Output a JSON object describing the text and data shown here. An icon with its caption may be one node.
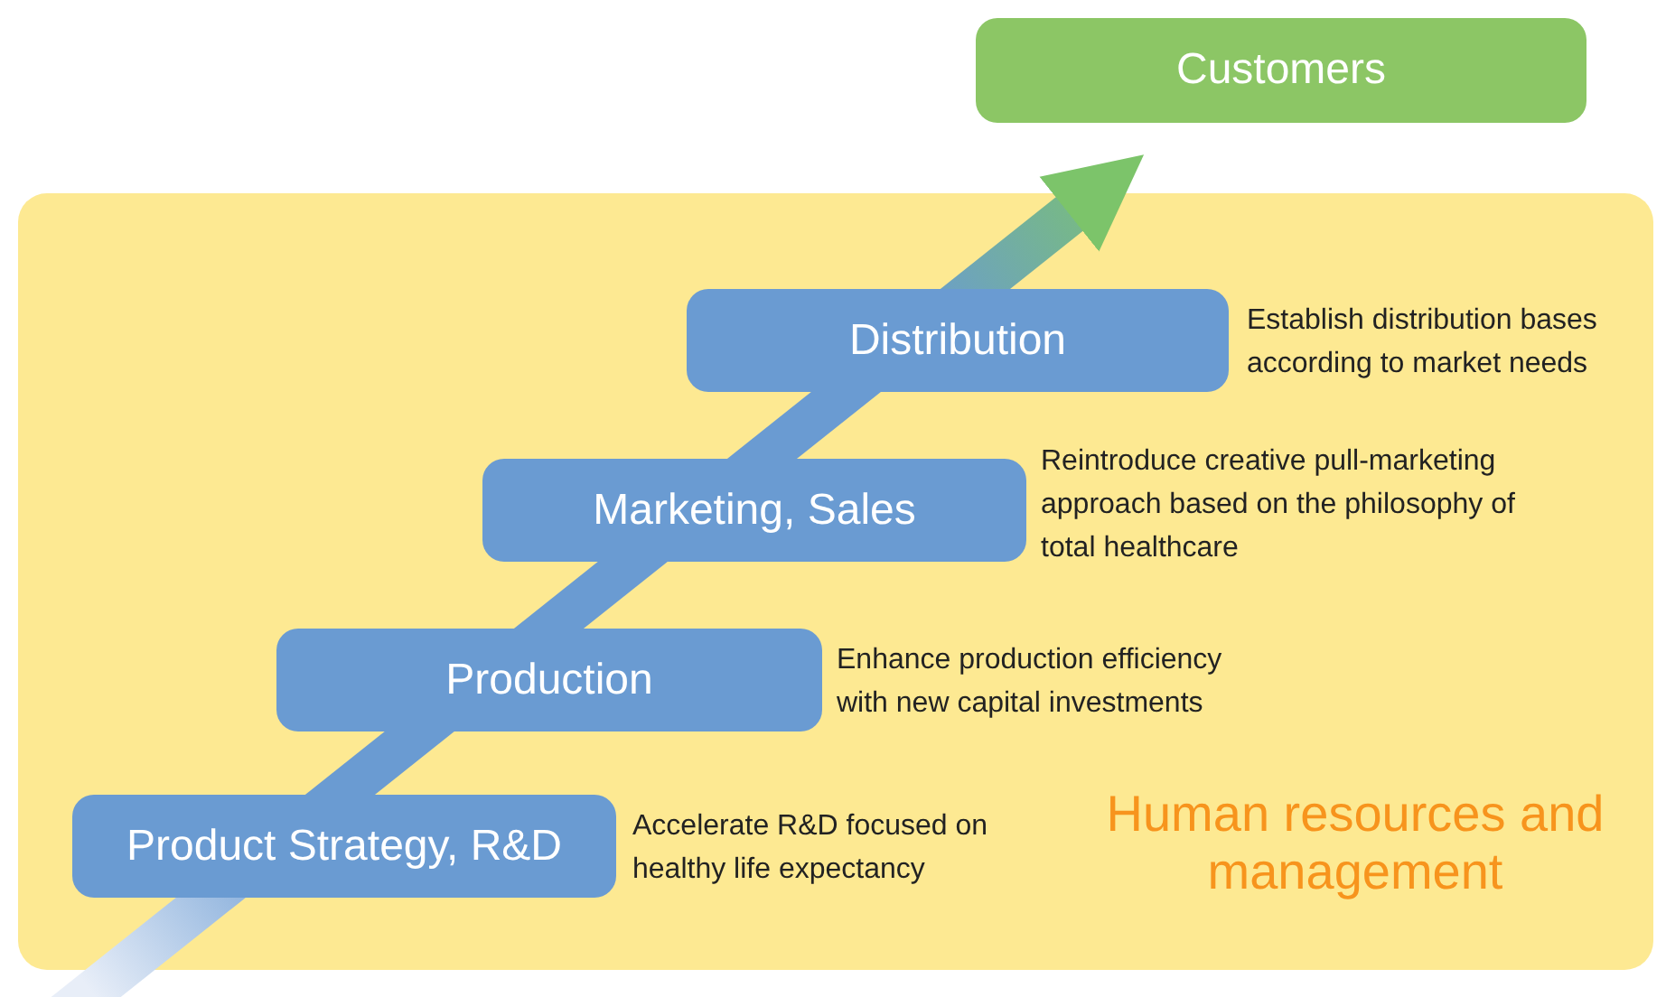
{
  "diagram": {
    "nodes": [
      {
        "text": [
          "Human resources and management"
        ]
      },
      {
        "text": [
          "Customers"
        ]
      },
      {
        "text": [
          "Distribution"
        ],
        "in": 0,
        "beside": [
          "Establish distribution bases according to market needs"
        ]
      },
      {
        "text": [
          "Marketing, Sales"
        ],
        "in": 0,
        "beside": [
          "Reintroduce creative pull-marketing approach based on the philosophy of total healthcare"
        ]
      },
      {
        "text": [
          "Production"
        ],
        "in": 0,
        "beside": [
          "Enhance production efficiency with new capital investments"
        ]
      },
      {
        "text": [
          "Product Strategy, R&D"
        ],
        "in": 0,
        "beside": [
          "Accelerate R&D focused on healthy life expectancy"
        ]
      }
    ],
    "edges": [
      {
        "from": null,
        "to": 1,
        "arrow": "to",
        "style": "thick"
      }
    ]
  }
}
